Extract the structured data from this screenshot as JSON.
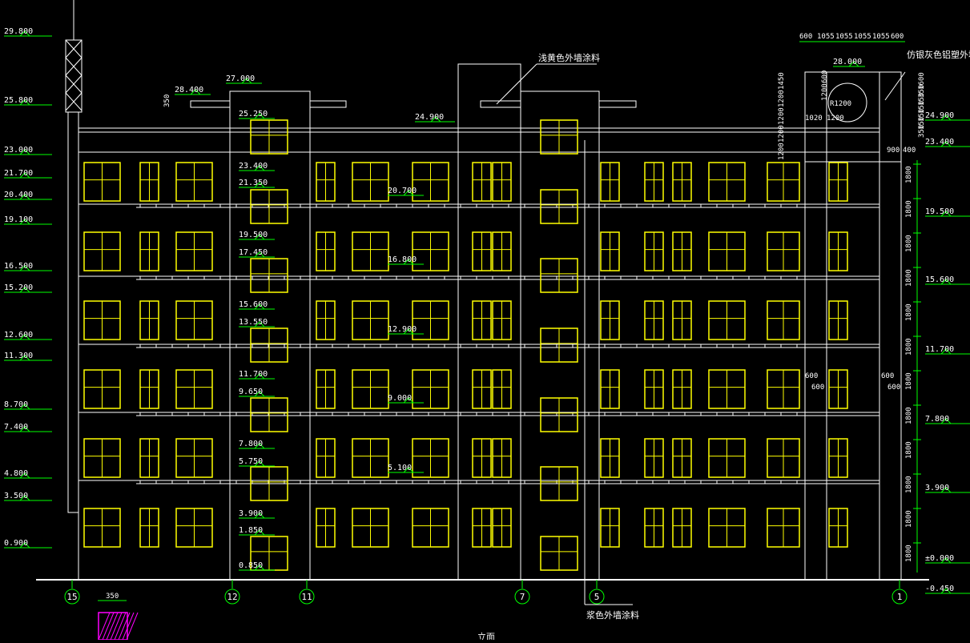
{
  "drawing": {
    "colors": {
      "background": "#000000",
      "wall": "#ffffff",
      "window": "#ffff00",
      "level_line": "#00ff00",
      "axis": "#00ff00",
      "hatch": "#ff00ff"
    },
    "left_levels": [
      "29.800",
      "25.800",
      "23.000",
      "21.700",
      "20.400",
      "19.100",
      "16.500",
      "15.200",
      "12.600",
      "11.300",
      "8.700",
      "7.400",
      "4.800",
      "3.500",
      "0.900"
    ],
    "stair_levels": [
      "25.250",
      "23.400",
      "21.350",
      "19.500",
      "17.450",
      "15.600",
      "13.550",
      "11.700",
      "9.650",
      "7.800",
      "5.750",
      "3.900",
      "1.850",
      "0.850"
    ],
    "top_levels": [
      "28.400",
      "27.000",
      "24.900",
      "28.000"
    ],
    "mid_levels": [
      "20.700",
      "16.800",
      "12.900",
      "9.000",
      "5.100"
    ],
    "right_levels": [
      "24.900",
      "23.400",
      "19.500",
      "15.600",
      "11.700",
      "7.800",
      "3.900",
      "±0.000",
      "-0.450"
    ],
    "right_dims": [
      "1800",
      "1800",
      "1800",
      "1800",
      "1800",
      "1800",
      "1800",
      "1800",
      "1800",
      "1800",
      "1800",
      "1800"
    ],
    "tower_top_dims": [
      "600",
      "1055",
      "1055",
      "1055",
      "1055",
      "600"
    ],
    "tower_dims": {
      "radius": "R1200",
      "vertical_left": [
        "1450",
        "1200",
        "1200",
        "1200",
        "1200"
      ],
      "vertical_small": [
        "600",
        "1200"
      ],
      "horizontal": [
        "1020",
        "1200"
      ],
      "right_side": [
        "1600",
        "350",
        "150",
        "150",
        "150",
        "150",
        "350"
      ],
      "base_right": [
        "900",
        "400"
      ],
      "column_marks": [
        "600",
        "600",
        "600",
        "600"
      ]
    },
    "small_dims": {
      "parapet": "350",
      "hatch_width": "350"
    },
    "notes": {
      "top_paint": "浅黄色外墙涂料",
      "right_paint": "仿银灰色铝塑外墙",
      "bottom_paint": "浆色外墙涂料",
      "bottom_title_fragment": "立面"
    },
    "axes": [
      "15",
      "12",
      "11",
      "7",
      "5",
      "1"
    ]
  }
}
